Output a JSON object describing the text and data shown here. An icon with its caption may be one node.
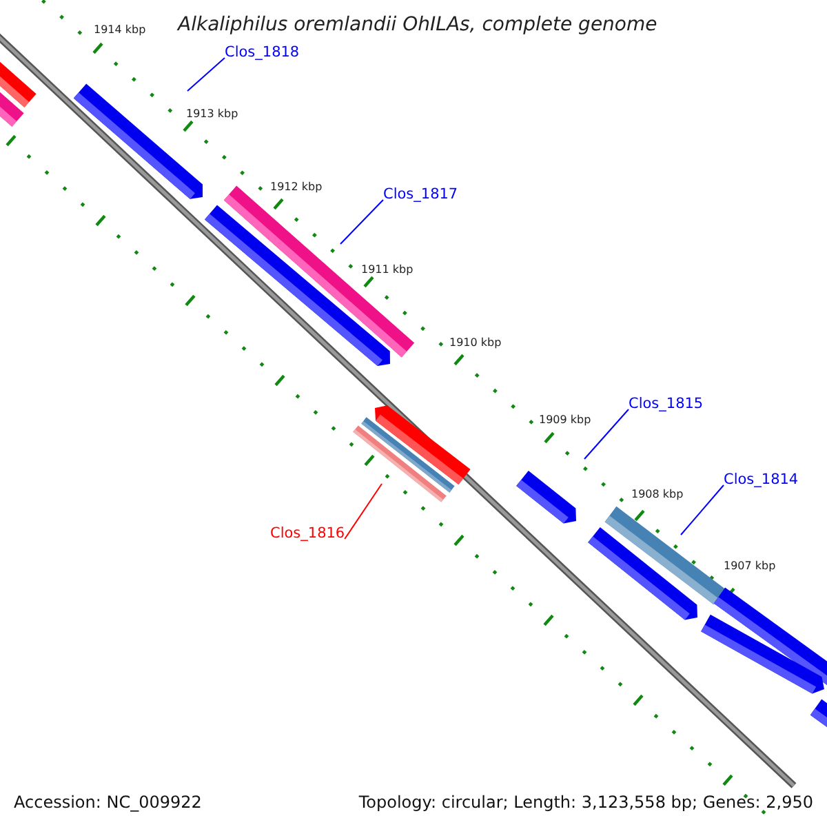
{
  "diagram": {
    "title": "Alkaliphilus oremlandii OhILAs, complete genome",
    "nodes": [
      {
        "text": [
          "Clos_1818"
        ]
      },
      {
        "text": [
          "Clos_1817"
        ]
      },
      {
        "text": [
          "Clos_1815"
        ]
      },
      {
        "text": [
          "Clos_1814"
        ]
      },
      {
        "text": [
          "Clos_1816"
        ]
      }
    ],
    "edges": [
      {
        "from": 0,
        "to": null,
        "arrow": "none"
      },
      {
        "from": 1,
        "to": null,
        "arrow": "none"
      },
      {
        "from": 2,
        "to": null,
        "arrow": "none"
      },
      {
        "from": 3,
        "to": null,
        "arrow": "none"
      },
      {
        "from": 4,
        "to": null,
        "arrow": "none",
        "color": "#ff0000"
      }
    ],
    "labels": [
      "1914 kbp",
      "1913 kbp",
      "1912 kbp",
      "1911 kbp",
      "1910 kbp",
      "1909 kbp",
      "1908 kbp",
      "1907 kbp",
      "Accession: NC_009922",
      "Topology: circular; Length: 3,123,558 bp; Genes: 2,950"
    ]
  }
}
